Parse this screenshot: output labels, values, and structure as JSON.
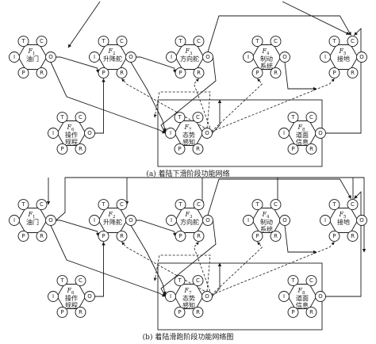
{
  "panels": [
    {
      "caption": "(a) 着陆下滑阶段功能网络",
      "functions": [
        {
          "id": "F1",
          "sub": "1",
          "line1": "油门",
          "line2": ""
        },
        {
          "id": "F2",
          "sub": "2",
          "line1": "升降舵",
          "line2": ""
        },
        {
          "id": "F3",
          "sub": "3",
          "line1": "方向舵",
          "line2": ""
        },
        {
          "id": "F4",
          "sub": "4",
          "line1": "制动",
          "line2": "系统"
        },
        {
          "id": "F5",
          "sub": "5",
          "line1": "接地",
          "line2": ""
        },
        {
          "id": "F6",
          "sub": "6",
          "line1": "操作",
          "line2": "规程"
        },
        {
          "id": "F7",
          "sub": "7",
          "line1": "态势",
          "line2": "感知"
        },
        {
          "id": "F8",
          "sub": "8",
          "line1": "道面",
          "line2": "信息"
        }
      ]
    },
    {
      "caption": "(b) 着陆滑跑阶段功能网络图",
      "functions": [
        {
          "id": "F1",
          "sub": "1",
          "line1": "油门",
          "line2": ""
        },
        {
          "id": "F2",
          "sub": "2",
          "line1": "升降舵",
          "line2": ""
        },
        {
          "id": "F3",
          "sub": "3",
          "line1": "方向舵",
          "line2": ""
        },
        {
          "id": "F4",
          "sub": "4",
          "line1": "制动",
          "line2": "系统"
        },
        {
          "id": "F5",
          "sub": "5",
          "line1": "接地",
          "line2": ""
        },
        {
          "id": "F6",
          "sub": "6",
          "line1": "操作",
          "line2": "规程"
        },
        {
          "id": "F7",
          "sub": "7",
          "line1": "态势",
          "line2": "感知"
        },
        {
          "id": "F8",
          "sub": "8",
          "line1": "道面",
          "line2": "信息"
        }
      ]
    }
  ],
  "aspects": [
    "T",
    "C",
    "I",
    "O",
    "P",
    "R"
  ],
  "function_letter": "F"
}
